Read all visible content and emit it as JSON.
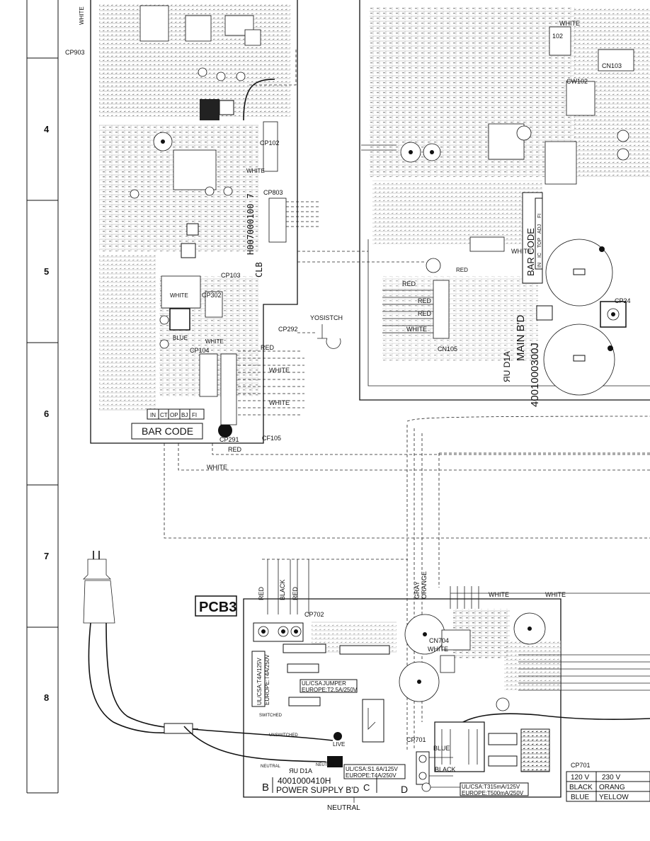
{
  "row_labels": [
    "4",
    "5",
    "6",
    "7",
    "8"
  ],
  "top_left_board": {
    "connectors": {
      "cp903": "CP903",
      "cp102": "CP102",
      "cp803": "CP803",
      "cp103": "CP103",
      "cp302": "CP302",
      "cp104": "CP104",
      "cp291": "CP291",
      "cp105": "CF105",
      "cp292": "CP292"
    },
    "wire_labels": {
      "white_top": "WHITE",
      "white_mid": "WHITE",
      "white_cp104": "WHITE",
      "white_1": "WHITE",
      "white_2": "WHITE",
      "red_1": "RED",
      "red_2": "RED",
      "white_bottom": "WHITE",
      "white_left": "WHITE",
      "blue": "BLUE"
    },
    "yosistch": "YOSISTCH",
    "code_vertical": "H007000100 7",
    "code_vertical2": "CLB",
    "bar_code_tabs": [
      "IN",
      "CT",
      "OP",
      "BJ",
      "FI"
    ],
    "bar_code": "BAR CODE"
  },
  "main_board": {
    "connectors": {
      "cn102": "102",
      "cn103": "CN103",
      "cp24": "CP24",
      "cw102": "CW102",
      "cn105": "CN105"
    },
    "wire_labels": {
      "white_top": "WHITE",
      "red_1": "RED",
      "red_2": "RED",
      "red_3": "RED",
      "white_cn": "WHITE",
      "white_inicb": "WHITE",
      "red_inicb": "RED"
    },
    "bar_code_tabs": [
      "IN",
      "IC",
      "TOP",
      "ADJ",
      "FI"
    ],
    "bar_code": "BAR CODE",
    "title_1": "MAIN B'D",
    "title_2": "4001000300J",
    "ul_mark": "ЯU D1A"
  },
  "power_board": {
    "label": "PCB3",
    "connectors": {
      "cp702": "CP702",
      "cn704": "CN704",
      "cp701": "CP701"
    },
    "wire_labels": {
      "red_1": "RED",
      "black": "BLACK",
      "red_2": "RED",
      "gray": "GRAY",
      "orange": "ORANGE",
      "white_1": "WHITE",
      "white_2": "WHITE",
      "white_3": "WHITE",
      "blue": "BLUE",
      "black_2": "BLACK",
      "live": "LIVE",
      "neutral_small": "NEUTRAL",
      "neutral": "NEUTRAL"
    },
    "fuse_labels": {
      "ul_jumper_1": "UL/CSA",
      "ul_jumper_2": "JUMPER",
      "eur_t25": "EUROPE:T2.5A/250V",
      "ul_t4": "UL/CSA:T4A/125V",
      "eur_t4": "EUROPE:T4A/250V",
      "ul_t5": "UL/CSA:S1.6A/125V",
      "eur_t4b": "EUROPE:T4A/250V",
      "ul_315": "UL/CSA:T315mA/125V",
      "eur_500": "EUROPE:T500mA/250V"
    },
    "ul_mark": "ЯU D1A",
    "part_no": "4001000410H",
    "title": "POWER SUPPLY B'D",
    "section_letters": [
      "B",
      "C",
      "D"
    ],
    "small_text": [
      "SWITCHED",
      "UNSWITCHED",
      "NEUTRAL"
    ]
  },
  "cp701_table": {
    "title": "CP701",
    "headers": [
      "120 V",
      "230 V"
    ],
    "rows": [
      [
        "BLACK",
        "ORANG"
      ],
      [
        "BLUE",
        "YELLOW"
      ]
    ]
  }
}
